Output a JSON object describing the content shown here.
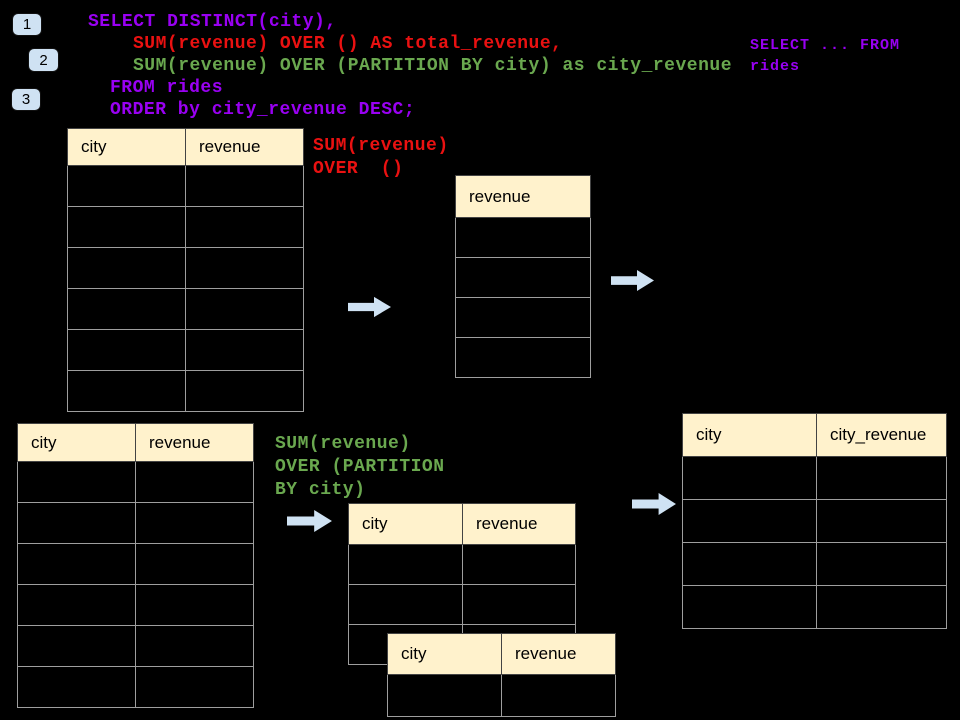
{
  "colors": {
    "purple": "#9900f2",
    "red": "#ea1111",
    "green": "#6aa84f",
    "arrow_blue": "#cfe2f3",
    "badge_blue": "#cfe2f3",
    "header_cream": "#fff2cc",
    "background": "#000000"
  },
  "badges": [
    "1",
    "2",
    "3"
  ],
  "sql_code": {
    "lines": [
      {
        "text": "SELECT DISTINCT(city),",
        "color": "purple",
        "indent": 0
      },
      {
        "text": "SUM(revenue) OVER () AS total_revenue,",
        "color": "red",
        "indent": 45
      },
      {
        "text": "SUM(revenue) OVER (PARTITION BY city) as city_revenue",
        "color": "green",
        "indent": 45
      },
      {
        "text": "FROM rides",
        "color": "purple",
        "indent": 22
      },
      {
        "text": "ORDER by city_revenue DESC;",
        "color": "purple",
        "indent": 22
      }
    ]
  },
  "from_note": {
    "lines": [
      {
        "text": "SELECT ... FROM",
        "color": "purple"
      },
      {
        "text": "rides",
        "color": "purple"
      }
    ]
  },
  "annotation_total": {
    "lines": [
      {
        "text": "SUM(revenue)",
        "color": "red"
      },
      {
        "text": "OVER  ()",
        "color": "red"
      }
    ]
  },
  "annotation_partition": {
    "lines": [
      {
        "text": "SUM(revenue)",
        "color": "green"
      },
      {
        "text": "OVER (PARTITION",
        "color": "green"
      },
      {
        "text": "BY city)",
        "color": "green"
      }
    ]
  },
  "tables": {
    "source_top": {
      "headers": [
        "city",
        "revenue"
      ],
      "empty_rows": 6
    },
    "total_revenue": {
      "headers": [
        "revenue"
      ],
      "empty_rows": 4
    },
    "result": {
      "headers": [
        "city",
        "city_revenue"
      ],
      "empty_rows": 4
    },
    "source_bottom": {
      "headers": [
        "city",
        "revenue"
      ],
      "empty_rows": 6
    },
    "partition_a": {
      "headers": [
        "city",
        "revenue"
      ],
      "empty_rows": 3
    },
    "partition_b": {
      "headers": [
        "city",
        "revenue"
      ],
      "empty_rows": 1
    }
  }
}
